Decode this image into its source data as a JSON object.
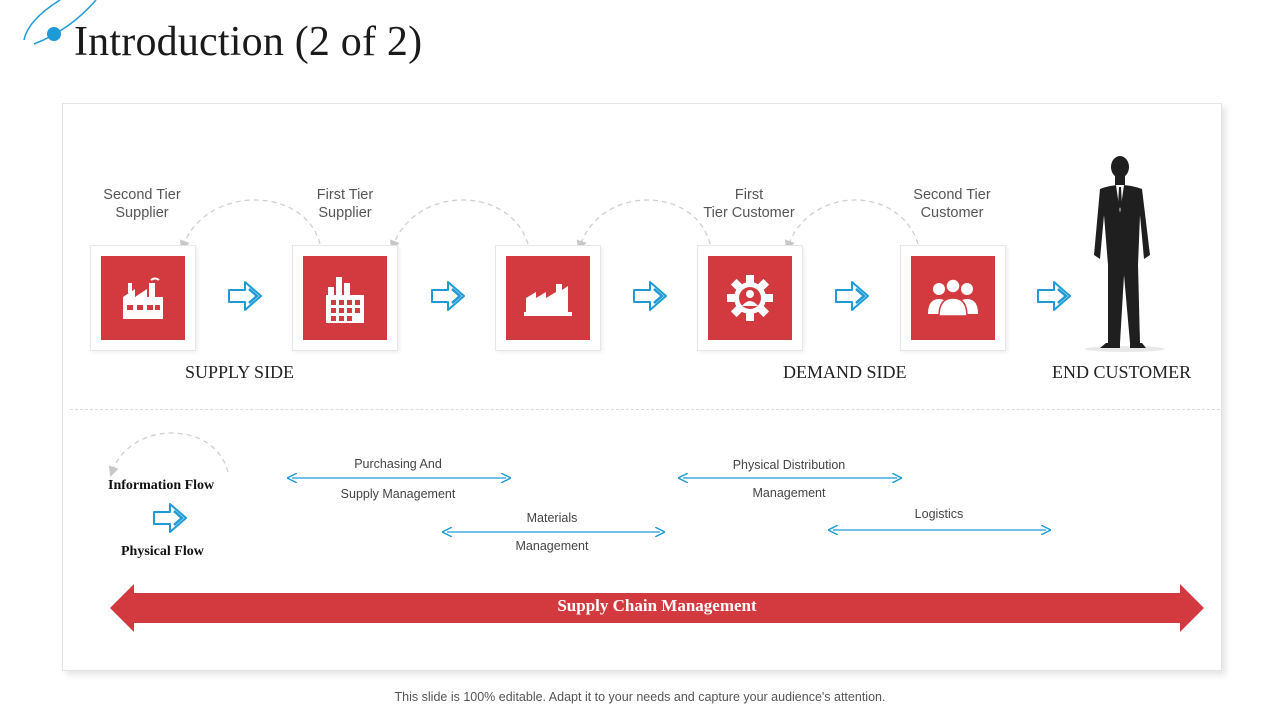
{
  "title": "Introduction (2 of 2)",
  "colors": {
    "accent_red": "#d33a3f",
    "accent_blue": "#1e9ad6"
  },
  "top_labels": {
    "second_tier_supplier": "Second Tier\nSupplier",
    "first_tier_supplier": "First Tier\nSupplier",
    "first_tier_customer": "First\nTier Customer",
    "second_tier_customer": "Second Tier\nCustomer"
  },
  "stages": [
    {
      "icon": "factory-icon"
    },
    {
      "icon": "building-icon"
    },
    {
      "icon": "industry-icon"
    },
    {
      "icon": "gear-person-icon"
    },
    {
      "icon": "group-icon"
    }
  ],
  "side_labels": {
    "supply_side": "SUPPLY SIDE",
    "demand_side": "DEMAND SIDE",
    "end_customer": "END CUSTOMER"
  },
  "legend": {
    "information_flow": "Information Flow",
    "physical_flow": "Physical Flow"
  },
  "flows": {
    "purchasing": {
      "line1": "Purchasing And",
      "line2": "Supply Management"
    },
    "materials": {
      "line1": "Materials",
      "line2": "Management"
    },
    "distribution": {
      "line1": "Physical Distribution",
      "line2": "Management"
    },
    "logistics": {
      "line1": "Logistics"
    }
  },
  "banner": "Supply Chain Management",
  "footer": "This slide is 100% editable. Adapt it to your needs and capture your audience's attention."
}
